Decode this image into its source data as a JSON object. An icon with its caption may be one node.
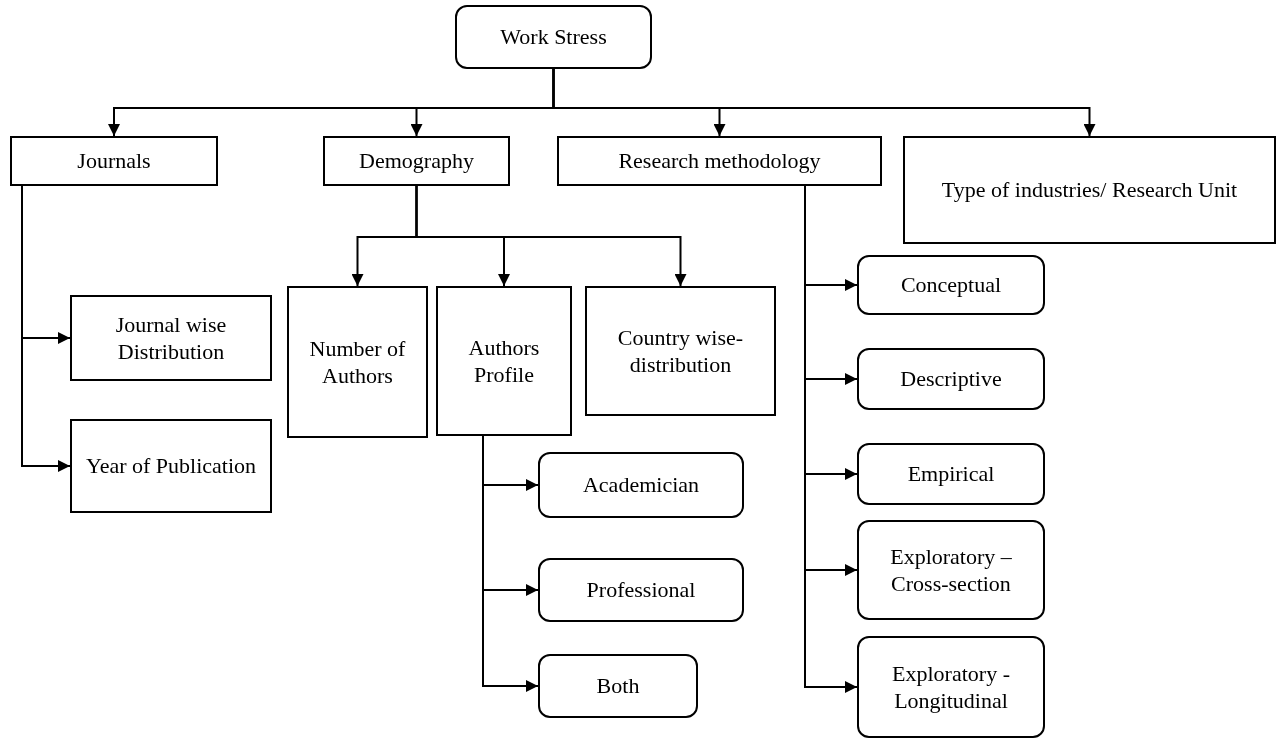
{
  "diagram": {
    "nodes": [
      {
        "text": [
          "Work Stress"
        ]
      },
      {
        "text": [
          "Journals"
        ]
      },
      {
        "text": [
          "Demography"
        ]
      },
      {
        "text": [
          "Research methodology"
        ]
      },
      {
        "text": [
          "Type of industries/ Research Unit"
        ]
      },
      {
        "text": [
          "Journal wise Distribution"
        ]
      },
      {
        "text": [
          "Year of Publication"
        ]
      },
      {
        "text": [
          "Number of Authors"
        ]
      },
      {
        "text": [
          "Authors Profile"
        ]
      },
      {
        "text": [
          "Country wise-distribution"
        ]
      },
      {
        "text": [
          "Academician"
        ]
      },
      {
        "text": [
          "Professional"
        ]
      },
      {
        "text": [
          "Both"
        ]
      },
      {
        "text": [
          "Conceptual"
        ]
      },
      {
        "text": [
          "Descriptive"
        ]
      },
      {
        "text": [
          "Empirical"
        ]
      },
      {
        "text": [
          "Exploratory – Cross-section"
        ]
      },
      {
        "text": [
          "Exploratory - Longitudinal"
        ]
      }
    ],
    "edges": [
      {
        "from": 0,
        "to": 1,
        "arrow": "to"
      },
      {
        "from": 0,
        "to": 2,
        "arrow": "to"
      },
      {
        "from": 0,
        "to": 3,
        "arrow": "to"
      },
      {
        "from": 0,
        "to": 4,
        "arrow": "to"
      },
      {
        "from": 1,
        "to": 5,
        "arrow": "to"
      },
      {
        "from": 1,
        "to": 6,
        "arrow": "to"
      },
      {
        "from": 2,
        "to": 7,
        "arrow": "to"
      },
      {
        "from": 2,
        "to": 8,
        "arrow": "to"
      },
      {
        "from": 2,
        "to": 9,
        "arrow": "to"
      },
      {
        "from": 8,
        "to": 10,
        "arrow": "to"
      },
      {
        "from": 8,
        "to": 11,
        "arrow": "to"
      },
      {
        "from": 8,
        "to": 12,
        "arrow": "to"
      },
      {
        "from": 3,
        "to": 13,
        "arrow": "to"
      },
      {
        "from": 3,
        "to": 14,
        "arrow": "to"
      },
      {
        "from": 3,
        "to": 15,
        "arrow": "to"
      },
      {
        "from": 3,
        "to": 16,
        "arrow": "to"
      },
      {
        "from": 3,
        "to": 17,
        "arrow": "to"
      }
    ]
  }
}
